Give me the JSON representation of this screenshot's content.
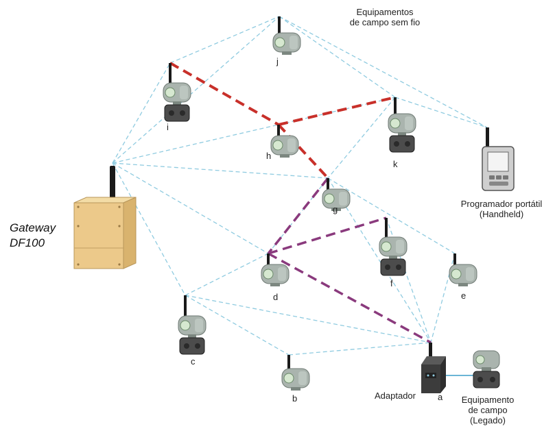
{
  "title": "Equipamentos de campo sem fio",
  "title_lines": [
    "Equipamentos",
    "de campo sem fio"
  ],
  "gateway": {
    "lines": [
      "Gateway",
      "DF100"
    ]
  },
  "handheld": {
    "lines": [
      "Programador portátil",
      "(Handheld)"
    ]
  },
  "adapter": {
    "label": "Adaptador",
    "node_id": "a"
  },
  "legacy": {
    "lines": [
      "Equipamento",
      "de campo",
      "(Legado)"
    ]
  },
  "nodes": [
    {
      "id": "j",
      "kind": "transmitter"
    },
    {
      "id": "i",
      "kind": "pressure"
    },
    {
      "id": "h",
      "kind": "transmitter"
    },
    {
      "id": "k",
      "kind": "pressure"
    },
    {
      "id": "g",
      "kind": "transmitter"
    },
    {
      "id": "f",
      "kind": "pressure"
    },
    {
      "id": "e",
      "kind": "transmitter"
    },
    {
      "id": "d",
      "kind": "transmitter"
    },
    {
      "id": "c",
      "kind": "pressure"
    },
    {
      "id": "b",
      "kind": "transmitter"
    }
  ],
  "links": {
    "mesh": [
      [
        "gw",
        "j"
      ],
      [
        "gw",
        "i"
      ],
      [
        "gw",
        "h"
      ],
      [
        "gw",
        "g"
      ],
      [
        "gw",
        "d"
      ],
      [
        "gw",
        "c"
      ],
      [
        "i",
        "j"
      ],
      [
        "j",
        "k"
      ],
      [
        "j",
        "hh"
      ],
      [
        "k",
        "hh"
      ],
      [
        "k",
        "g"
      ],
      [
        "h",
        "k"
      ],
      [
        "g",
        "e"
      ],
      [
        "e",
        "a"
      ],
      [
        "f",
        "a"
      ],
      [
        "g",
        "a"
      ],
      [
        "c",
        "b"
      ],
      [
        "b",
        "a"
      ],
      [
        "c",
        "d"
      ],
      [
        "d",
        "g"
      ],
      [
        "c",
        "a"
      ]
    ],
    "red_path": [
      [
        "i",
        "h"
      ],
      [
        "h",
        "g"
      ],
      [
        "h",
        "k"
      ]
    ],
    "purple_path": [
      [
        "g",
        "d"
      ],
      [
        "d",
        "f"
      ],
      [
        "d",
        "a"
      ]
    ],
    "wired": [
      [
        "a",
        "legacy"
      ]
    ]
  },
  "colors": {
    "mesh": "#8fcbe0",
    "red_path": "#c8302a",
    "purple_path": "#8a3a7d",
    "wired": "#6bb5d6",
    "gateway_box": "#ecc98a",
    "device_body": "#aab4ae",
    "device_dark": "#4c4c4c"
  }
}
